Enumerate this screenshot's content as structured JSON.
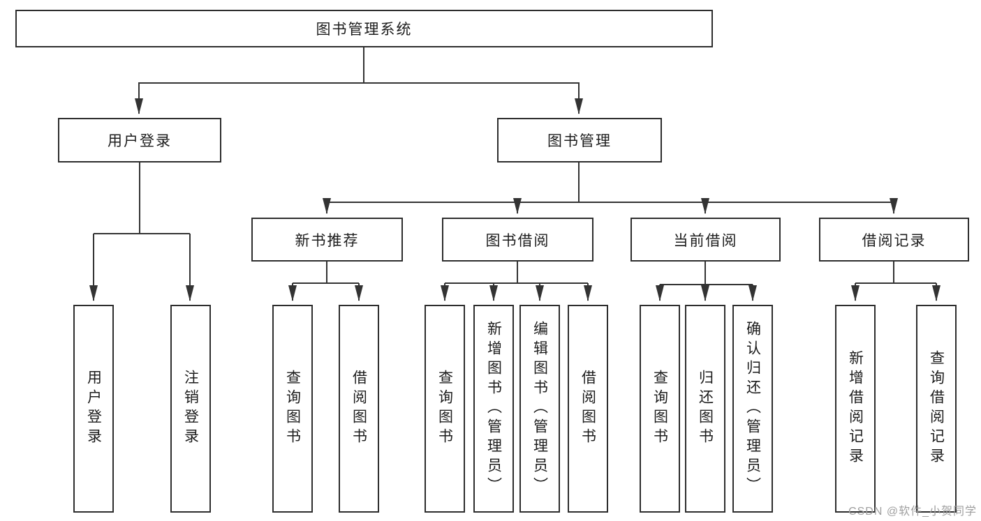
{
  "tree": {
    "label": "图书管理系统",
    "children": [
      {
        "label": "用户登录",
        "children": [
          {
            "label": "用户登录"
          },
          {
            "label": "注销登录"
          }
        ]
      },
      {
        "label": "图书管理",
        "children": [
          {
            "label": "新书推荐",
            "children": [
              {
                "label": "查询图书"
              },
              {
                "label": "借阅图书"
              }
            ]
          },
          {
            "label": "图书借阅",
            "children": [
              {
                "label": "查询图书"
              },
              {
                "label": "新增图书（管理员）"
              },
              {
                "label": "编辑图书（管理员）"
              },
              {
                "label": "借阅图书"
              }
            ]
          },
          {
            "label": "当前借阅",
            "children": [
              {
                "label": "查询图书"
              },
              {
                "label": "归还图书"
              },
              {
                "label": "确认归还（管理员）"
              }
            ]
          },
          {
            "label": "借阅记录",
            "children": [
              {
                "label": "新增借阅记录"
              },
              {
                "label": "查询借阅记录"
              }
            ]
          }
        ]
      }
    ]
  },
  "watermark": {
    "text": "CSDN @软件_小贺同学"
  },
  "colors": {
    "line": "#333333",
    "border": "#2d2d2d",
    "text": "#1c1c1c",
    "watermark": "#9f9f9f",
    "background": "#ffffff"
  }
}
